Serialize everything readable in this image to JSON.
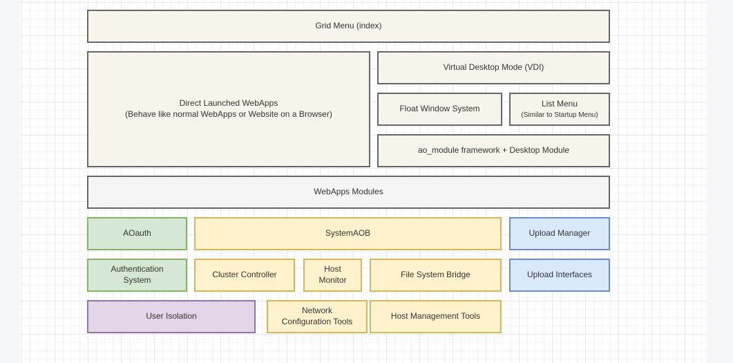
{
  "canvas": {
    "background": "#FFFFFF",
    "page_margin_color": "#F5F6F8",
    "grid_minor_color": "#F5F5F5",
    "grid_major_color": "#E8E8E8"
  },
  "palette": {
    "beige": {
      "fill": "#F7F4EB",
      "stroke": "#666666"
    },
    "gray": {
      "fill": "#F5F5F5",
      "stroke": "#666666"
    },
    "green": {
      "fill": "#D5E8D4",
      "stroke": "#82B366"
    },
    "yellow": {
      "fill": "#FFF2CC",
      "stroke": "#D6B656"
    },
    "blue": {
      "fill": "#DAE8FC",
      "stroke": "#6C8EBF"
    },
    "purple": {
      "fill": "#E1D5E7",
      "stroke": "#9673A6"
    }
  },
  "nodes": {
    "grid_menu": {
      "label": "Grid Menu (index)"
    },
    "direct_webapps": {
      "label": "Direct Launched WebApps\n(Behave like normal WebApps or Website on a Browser)"
    },
    "vdi": {
      "label": "Virtual Desktop Mode (VDI)"
    },
    "float_window": {
      "label": "Float Window System"
    },
    "list_menu": {
      "label": "List Menu",
      "sublabel": "(Similar to Startup Menu)"
    },
    "ao_module": {
      "label": "ao_module framework + Desktop Module"
    },
    "webapps_modules": {
      "label": "WebApps Modules"
    },
    "aoauth": {
      "label": "AOauth"
    },
    "system_aob": {
      "label": "SystemAOB"
    },
    "upload_manager": {
      "label": "Upload Manager"
    },
    "auth_system": {
      "label": "Authentication\nSystem"
    },
    "cluster_controller": {
      "label": "Cluster Controller"
    },
    "host_monitor": {
      "label": "Host\nMonitor"
    },
    "fs_bridge": {
      "label": "File System Bridge"
    },
    "upload_interfaces": {
      "label": "Upload Interfaces"
    },
    "user_isolation": {
      "label": "User Isolation"
    },
    "network_config": {
      "label": "Network\nConfiguration Tools"
    },
    "host_mgmt": {
      "label": "Host Management Tools"
    }
  }
}
